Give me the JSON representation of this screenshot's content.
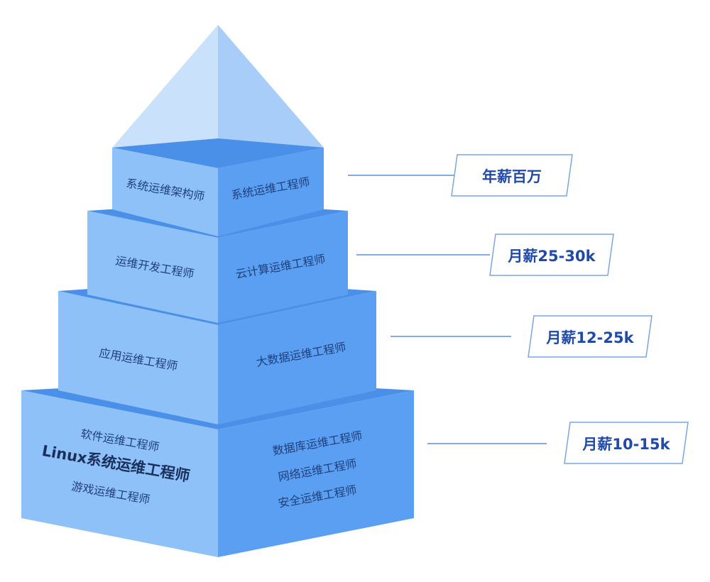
{
  "colors": {
    "left_face": "#8ec1f8",
    "right_face": "#5a9ff2",
    "top_face": "#4a8fe8",
    "roof_left": "#c9e1fb",
    "roof_right": "#a7cdf8",
    "line": "#5b8fd6",
    "badge_border": "#7aa6e0",
    "text": "#1f3f7a",
    "badge_text": "#1f4aa8"
  },
  "pyramid": {
    "roof": {
      "name": "roof"
    },
    "tiers": [
      {
        "id": "tier1",
        "left_lines": [
          "系统运维架构师"
        ],
        "right_lines": [
          "系统运维工程师"
        ]
      },
      {
        "id": "tier2",
        "left_lines": [
          "运维开发工程师"
        ],
        "right_lines": [
          "云计算运维工程师"
        ]
      },
      {
        "id": "tier3",
        "left_lines": [
          "应用运维工程师"
        ],
        "right_lines": [
          "大数据运维工程师"
        ]
      },
      {
        "id": "tier4",
        "left_lines": [
          "软件运维工程师",
          "Linux系统运维工程师",
          "游戏运维工程师"
        ],
        "right_lines": [
          "数据库运维工程师",
          "网络运维工程师",
          "安全运维工程师"
        ]
      }
    ]
  },
  "salaries": [
    {
      "label": "年薪百万"
    },
    {
      "label": "月薪25-30k"
    },
    {
      "label": "月薪12-25k"
    },
    {
      "label": "月薪10-15k"
    }
  ]
}
